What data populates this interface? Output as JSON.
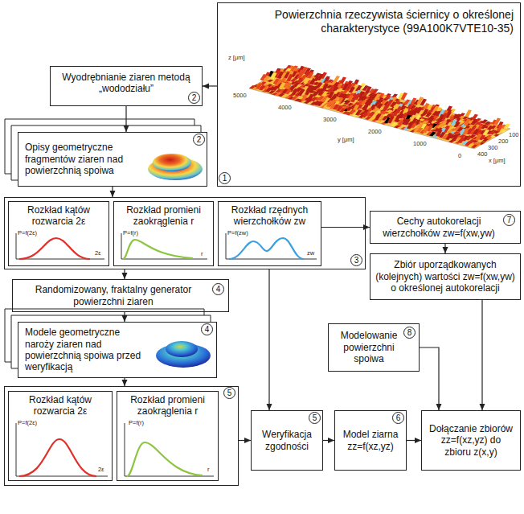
{
  "diagram": {
    "nodes": [
      {
        "text": [
          "Powierzchnia rzeczywista ściernicy o określonej charakterystyce (99A100K7VTE10-35)"
        ]
      },
      {
        "text": [
          "Wyodrębnianie ziaren metodą „wododziału”"
        ]
      },
      {
        "text": [
          "Opisy geometryczne fragmentów ziaren nad powierzchnią spoiwa"
        ]
      },
      {
        "text": []
      },
      {
        "text": [
          "Rozkład kątów rozwarcia 2ε"
        ],
        "in": 3
      },
      {
        "text": [
          "Rozkład promieni zaokrąglenia r"
        ],
        "in": 3
      },
      {
        "text": [
          "Rozkład rzędnych wierzchołków zw"
        ],
        "in": 3
      },
      {
        "text": [
          "Cechy autokorelacji wierzchołków zw=f(xw,yw)"
        ]
      },
      {
        "text": [
          "Zbiór uporządkowanych (kolejnych) wartości zw=f(xw,yw) o określonej autokorelacji"
        ]
      },
      {
        "text": [
          "Randomizowany, fraktalny generator powierzchni ziaren"
        ]
      },
      {
        "text": [
          "Modele geometryczne naroży ziaren nad powierzchnią spoiwa przed weryfikacją"
        ]
      },
      {
        "text": [
          "Modelowanie powierzchni spoiwa"
        ]
      },
      {
        "text": []
      },
      {
        "text": [
          "Rozkład kątów rozwarcia 2ε"
        ],
        "in": 12
      },
      {
        "text": [
          "Rozkład promieni zaokrąglenia r"
        ],
        "in": 12
      },
      {
        "text": [
          "Weryfikacja zgodności"
        ]
      },
      {
        "text": [
          "Model ziarna zz=f(xz,yz)"
        ]
      },
      {
        "text": [
          "Dołączanie zbiorów zz=f(xz,yz) do zbioru z(x,y)"
        ]
      }
    ],
    "edges": [
      {
        "from": 0,
        "to": 1,
        "arrow": "to"
      },
      {
        "from": 1,
        "to": 2,
        "arrow": "to"
      },
      {
        "from": 2,
        "to": 3,
        "arrow": "to"
      },
      {
        "from": 6,
        "to": 7,
        "arrow": "to"
      },
      {
        "from": 7,
        "to": 8,
        "arrow": "to"
      },
      {
        "from": 3,
        "to": 9,
        "arrow": "to"
      },
      {
        "from": 9,
        "to": 10,
        "arrow": "to"
      },
      {
        "from": 10,
        "to": 12,
        "arrow": "to"
      },
      {
        "from": 3,
        "to": 15,
        "arrow": "to"
      },
      {
        "from": 12,
        "to": 15,
        "arrow": "to"
      },
      {
        "from": 15,
        "to": 16,
        "arrow": "to"
      },
      {
        "from": 16,
        "to": 17,
        "arrow": "to"
      },
      {
        "from": 8,
        "to": 17,
        "arrow": "to"
      },
      {
        "from": 11,
        "to": 17,
        "arrow": "to"
      }
    ],
    "labels": [
      "1",
      "2",
      "2",
      "3",
      "7",
      "4",
      "4",
      "8",
      "5",
      "5",
      "6",
      "P=f(2ε)",
      "2ε",
      "P=f(r)",
      "r",
      "P=f(zw)",
      "zw",
      "P=f(2ε)",
      "2ε",
      "P=f(r)",
      "r",
      "z [μm]",
      "y [μm]",
      "x [μm]",
      "5000",
      "4000",
      "3000",
      "2000",
      "1000",
      "0",
      "400",
      "300",
      "200",
      "100"
    ]
  }
}
